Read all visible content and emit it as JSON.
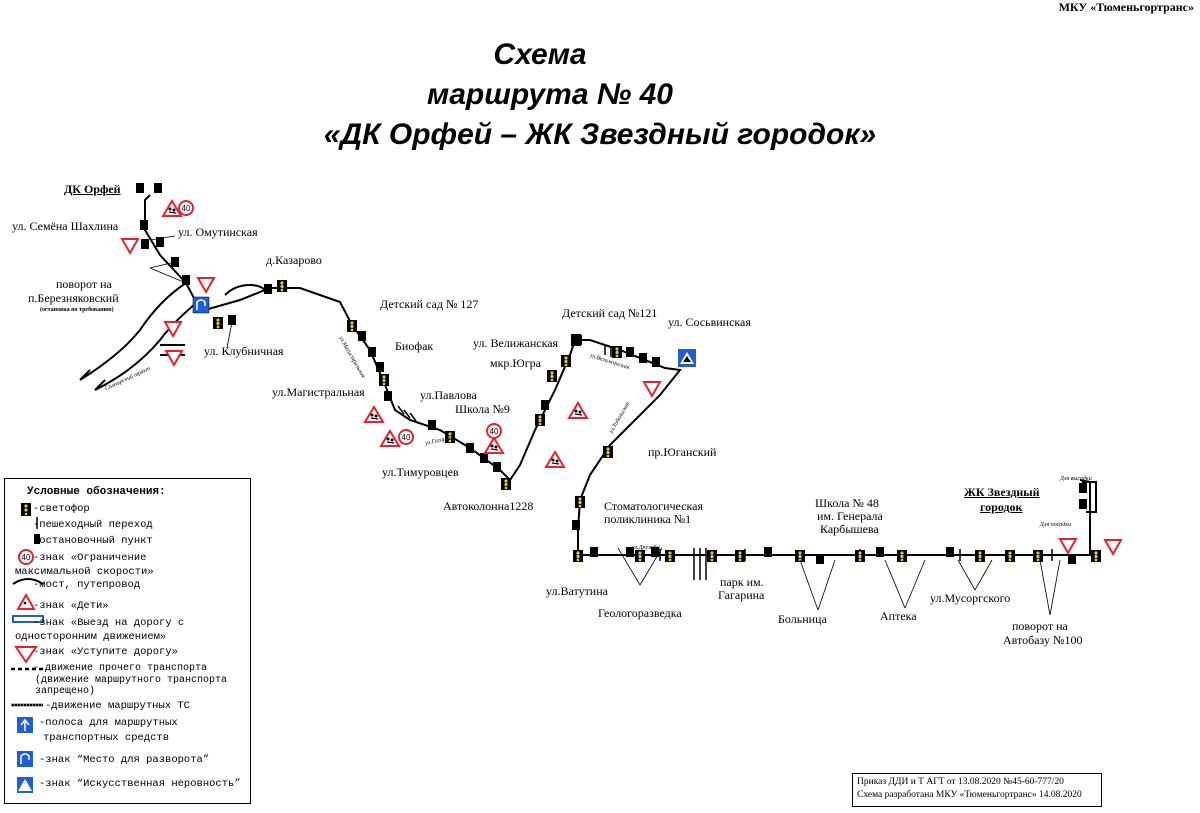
{
  "org": "МКУ «Тюменьгортранс»",
  "title": {
    "line1": "Схема",
    "line2": "маршрута № 40",
    "line3": "«ДК Орфей – ЖК Звездный городок»"
  },
  "terminals": {
    "start": "ДК Орфей",
    "end_line1": "ЖК Звездный",
    "end_line2": "городок"
  },
  "stops": {
    "shakhlina": "ул. Семёна Шахлина",
    "omutinskaya": "ул. Омутинская",
    "povorot_line1": "поворот на",
    "povorot_line2": "п.Березняковский",
    "povorot_note": "(остановка по требованию)",
    "klubnichnaya": "ул. Клубничная",
    "kazarovo": "д.Казарово",
    "detsad127": "Детский сад № 127",
    "biofak": "Биофак",
    "magistralnaya": "ул.Магистральная",
    "pavlova": "ул.Павлова",
    "timurovtsev": "ул.Тимуровцев",
    "avtokolonna": "Автоколонна1228",
    "shkola9": "Школа №9",
    "ugra": "мкр.Югра",
    "velizhanskaya": "ул. Велижанская",
    "detsad121": "Детский сад №121",
    "sosvinskaya": "ул. Сосьвинская",
    "yuganskiy": "пр.Юганский",
    "stomat_line1": "Стоматологическая",
    "stomat_line2": "поликлиника №1",
    "vatutina": "ул.Ватутина",
    "geolog": "Геологоразведка",
    "park_line1": "парк им.",
    "park_line2": "Гагарина",
    "bolnitsa": "Больница",
    "shkola48_line1": "Школа № 48",
    "shkola48_line2": "им. Генерала",
    "shkola48_line3": "Карбышева",
    "apteka": "Аптека",
    "musorgskogo": "ул.Мусоргского",
    "avtobaza_line1": "поворот на",
    "avtobaza_line2": "Автобазу №100"
  },
  "streets": {
    "salairsky": "Салаирский тракт",
    "magistralnaya": "ул.Магистральная",
    "velizhanskaya": "ул.Велижанская",
    "tobolskaya": "ул.Тобольская",
    "druzhby": "ул.Дружбы",
    "gagarina": "ул.Гагарина"
  },
  "depot": {
    "exit": "Для высадки",
    "board": "Для посадки"
  },
  "speed_limit": "40",
  "legend": {
    "title": "Условные обозначения:",
    "svetofor": "-светофор",
    "perekhod": "-пешеходный переход",
    "ostanovka": "-остановочный пункт",
    "speed_line1": "-знак «Ограничение",
    "speed_line2": "максимальной скорости»",
    "most": "-мост, путепровод",
    "deti": "-знак «Дети»",
    "vyezd_line1": "-знак «Выезд на дорогу с",
    "vyezd_line2": "односторонним движением»",
    "ustupi": "-знак «Уступите дорогу»",
    "prochee_line1": "- движение прочего транспорта",
    "prochee_line2": "(движение маршрутного транспорта",
    "prochee_line3": "запрещено)",
    "marshrut": "-движение маршрутных ТС",
    "polosa_line1": "-полоса для маршрутных",
    "polosa_line2": "транспортных средств",
    "razvorot": "-знак “Место для разворота”",
    "nerovnost": "-знак “Искусственная неровность”"
  },
  "order": {
    "line1": "Приказ ДДИ и Т АГТ от 13.08.2020 №45-60-777/20",
    "line2": "Схема разработана МКУ «Тюменьгортранс» 14.08.2020"
  },
  "colors": {
    "sign_red": "#e8212b",
    "sign_blue": "#1f5fd6",
    "light_yellow": "#e9c53b",
    "line": "#000000"
  },
  "icons": [
    "traffic-light-icon",
    "crosswalk-icon",
    "bus-stop-icon",
    "speed-limit-icon",
    "bridge-icon",
    "children-sign-icon",
    "one-way-exit-icon",
    "yield-sign-icon",
    "u-turn-icon",
    "bus-lane-icon",
    "speed-bump-icon"
  ]
}
